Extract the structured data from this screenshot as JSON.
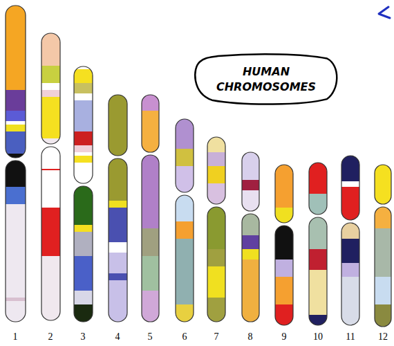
{
  "diagram": {
    "nodes": [
      {
        "text": [
          "HUMAN CHROMOSOMES"
        ]
      }
    ],
    "labels": [
      "1",
      "2",
      "3",
      "4",
      "5",
      "6",
      "7",
      "8",
      "9",
      "10",
      "11",
      "12"
    ]
  }
}
